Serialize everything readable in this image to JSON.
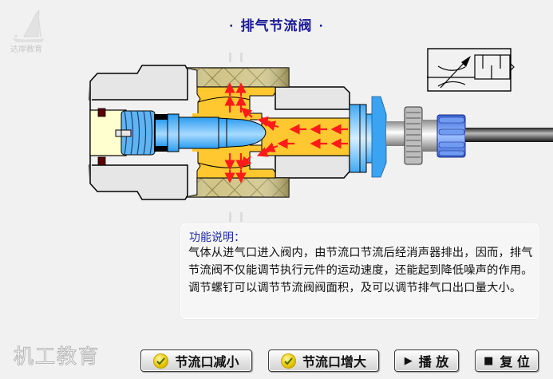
{
  "logo": {
    "text": "达岸教育",
    "icon": "sailboat-icon"
  },
  "header": {
    "title": "排气节流阀",
    "decoration_left": "·",
    "decoration_right": "·"
  },
  "diagram": {
    "name": "exhaust-throttle-valve-cross-section",
    "colors": {
      "body": "#e6e6e6",
      "air": "#ffc830",
      "spool": "#4ab0f0",
      "knurl": "#c9bd7c",
      "flow_arrow": "#ff1a1a",
      "seal": "#5a0000",
      "cap": "#ffffd0"
    },
    "symbol": "adjustable-throttle-with-silencer-symbol"
  },
  "info": {
    "heading": "功能说明：",
    "body": "气体从进气口进入阀内，由节流口节流后经消声器排出，因而，排气节流阀不仅能调节执行元件的运动速度，还能起到降低噪声的作用。调节螺钉可以调节节流阀阀面积，及可以调节排气口出口量大小。"
  },
  "footer": {
    "brand": "机工教育",
    "buttons": [
      {
        "label": "节流口减小",
        "icon": "check-icon"
      },
      {
        "label": "节流口增大",
        "icon": "check-icon"
      },
      {
        "label": "播 放",
        "icon": "play-icon",
        "glyph": "▶"
      },
      {
        "label": "复 位",
        "icon": "stop-icon",
        "glyph": "■"
      }
    ]
  }
}
